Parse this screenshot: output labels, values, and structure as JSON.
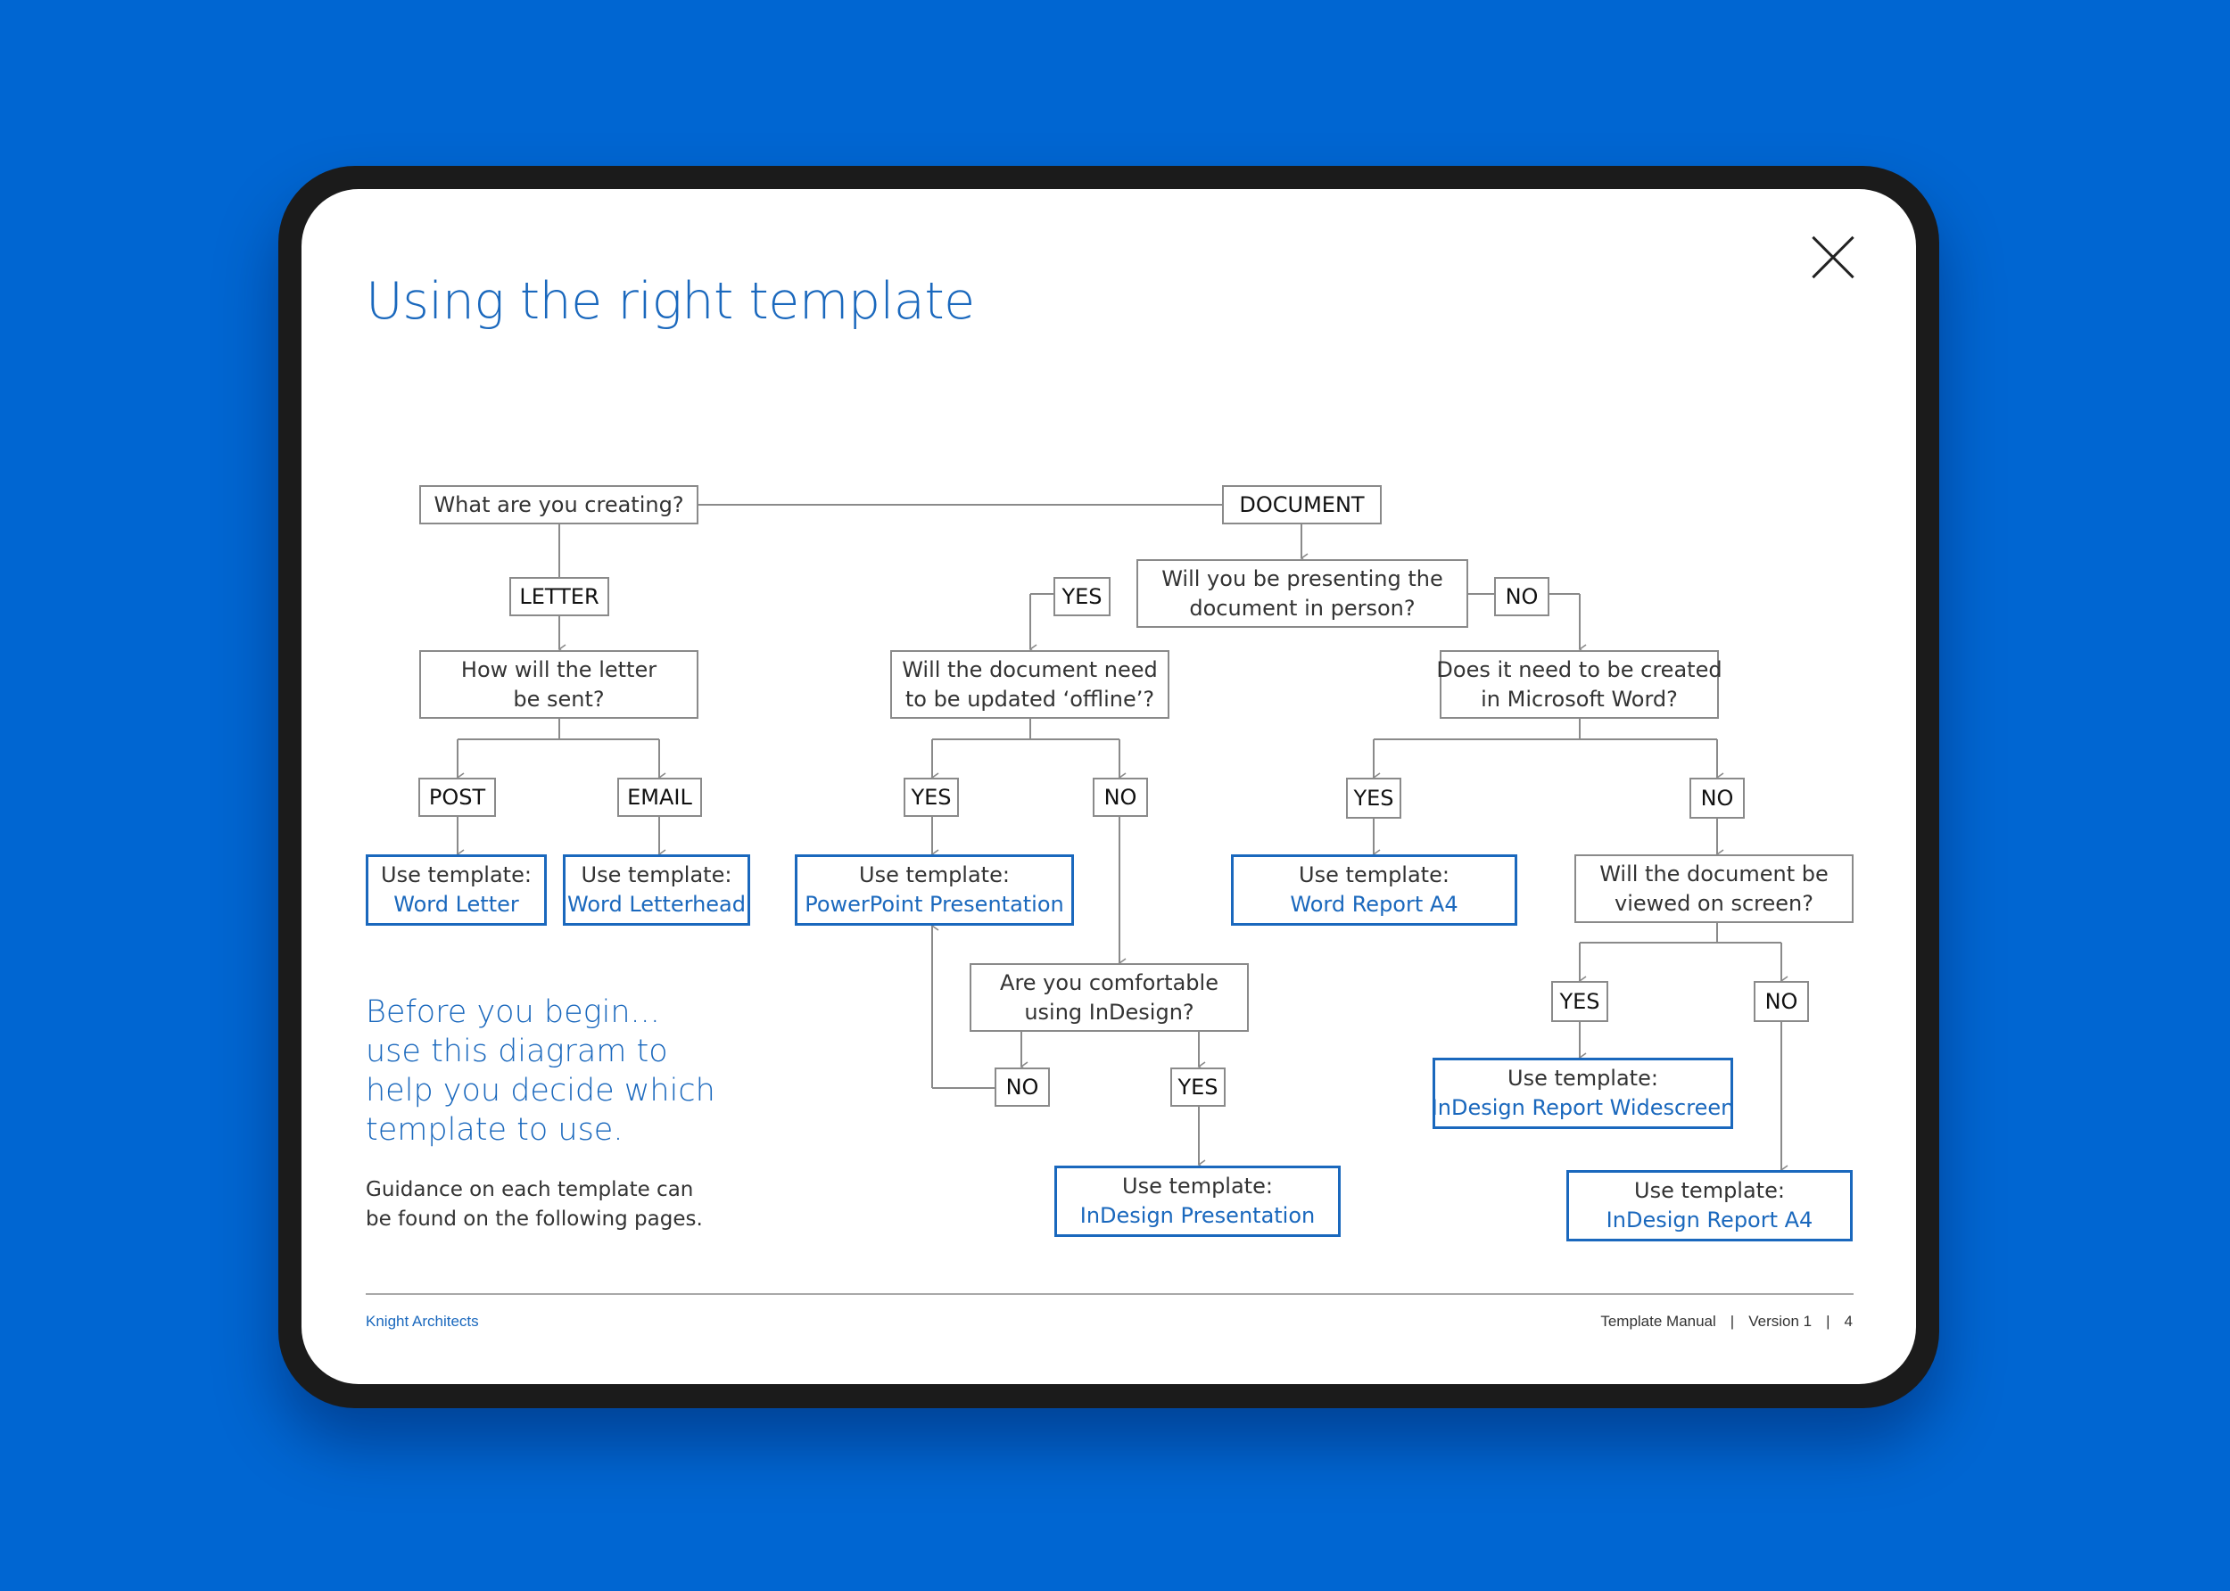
{
  "page": {
    "title": "Using the right template",
    "close_icon": "close-icon"
  },
  "diagram": {
    "start": "What are you creating?",
    "letter": "LETTER",
    "document": "DOCUMENT",
    "letter_question": [
      "How will the letter",
      "be sent?"
    ],
    "post": "POST",
    "email": "EMAIL",
    "present_question": [
      "Will you be presenting the",
      "document in person?"
    ],
    "present_yes": "YES",
    "present_no": "NO",
    "offline_question": [
      "Will the document need",
      "to be updated ‘offline’?"
    ],
    "offline_yes": "YES",
    "offline_no": "NO",
    "word_question": [
      "Does it need to be created",
      "in Microsoft Word?"
    ],
    "word_yes": "YES",
    "word_no": "NO",
    "indesign_question": [
      "Are you comfortable",
      "using InDesign?"
    ],
    "indesign_no": "NO",
    "indesign_yes": "YES",
    "screen_question": [
      "Will the document be",
      "viewed on screen?"
    ],
    "screen_yes": "YES",
    "screen_no": "NO",
    "use_template": "Use template:",
    "templates": {
      "word_letter": "Word Letter",
      "word_letterhead": "Word Letterhead",
      "powerpoint": "PowerPoint Presentation",
      "word_report": "Word Report A4",
      "indesign_presentation": "InDesign Presentation",
      "indesign_widescreen": "InDesign Report Widescreen",
      "indesign_a4": "InDesign Report A4"
    }
  },
  "intro": {
    "lines": [
      "Before you begin...",
      "use this diagram to",
      "help you decide which",
      "template to use."
    ],
    "guidance": [
      "Guidance on each template can",
      "be found on the following pages."
    ]
  },
  "footer": {
    "brand": "Knight Architects",
    "manual": "Template Manual",
    "version": "Version 1",
    "page": "4"
  },
  "colors": {
    "background": "#0066d2",
    "accent": "#1a68bd",
    "device": "#1b1b1b"
  }
}
